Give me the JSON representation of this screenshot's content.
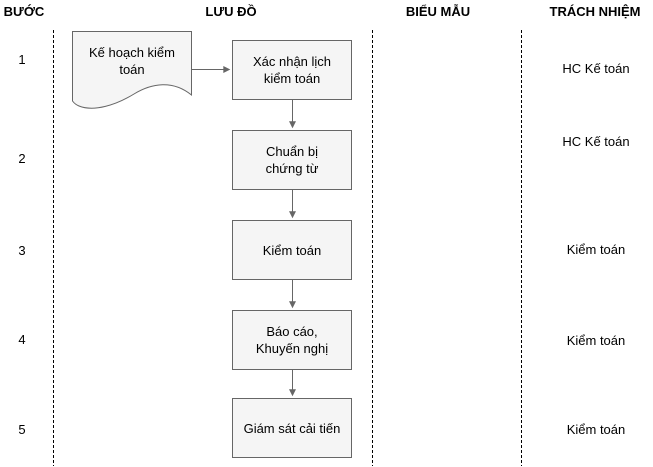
{
  "columns": [
    {
      "id": "step",
      "label": "BƯỚC"
    },
    {
      "id": "flow",
      "label": "LƯU ĐỒ"
    },
    {
      "id": "form",
      "label": "BIỂU MẪU"
    },
    {
      "id": "responsibility",
      "label": "TRÁCH NHIỆM"
    }
  ],
  "start_document": {
    "label": [
      "Kế hoạch kiểm",
      "toán"
    ]
  },
  "steps": [
    {
      "number": "1",
      "action": [
        "Xác nhận lịch",
        "kiểm toán"
      ],
      "responsibility": "HC Kế toán"
    },
    {
      "number": "2",
      "action": [
        "Chuẩn bị",
        "chứng từ"
      ],
      "responsibility": "HC Kế toán"
    },
    {
      "number": "3",
      "action": [
        "Kiểm toán"
      ],
      "responsibility": "Kiểm toán"
    },
    {
      "number": "4",
      "action": [
        "Báo cáo,",
        "Khuyến nghị"
      ],
      "responsibility": "Kiểm toán"
    },
    {
      "number": "5",
      "action": [
        "Giám sát cải tiến"
      ],
      "responsibility": "Kiểm toán"
    }
  ],
  "colors": {
    "node_fill": "#f5f5f5",
    "node_border": "#666666",
    "connector": "#666666",
    "divider": "#000000",
    "text": "#000000",
    "background": "#ffffff"
  }
}
